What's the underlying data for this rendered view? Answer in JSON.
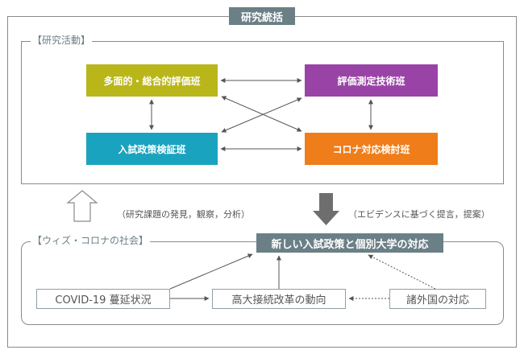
{
  "header": {
    "title": "研究統括"
  },
  "research": {
    "label": "【研究活動】",
    "teams": [
      {
        "label": "多面的・総合的評価班",
        "color": "#b9b61a"
      },
      {
        "label": "評価測定技術班",
        "color": "#9a43a6"
      },
      {
        "label": "入試政策検証班",
        "color": "#1aa3bf"
      },
      {
        "label": "コロナ対応検討班",
        "color": "#ef7d1a"
      }
    ]
  },
  "flow": {
    "up_note": "（研究課題の発見，観察，分析）",
    "down_note": "（エビデンスに基づく提言，提案）"
  },
  "society": {
    "label": "【ウィズ・コロナの社会】",
    "policy_title": "新しい入試政策と個別大学の対応",
    "covid": "COVID-19 蔓延状況",
    "reform": "高大接続改革の動向",
    "foreign": "諸外国の対応"
  },
  "colors": {
    "frame": "#8a8a8a",
    "accent": "#6b7f86",
    "arrow": "#6e6e6e"
  }
}
